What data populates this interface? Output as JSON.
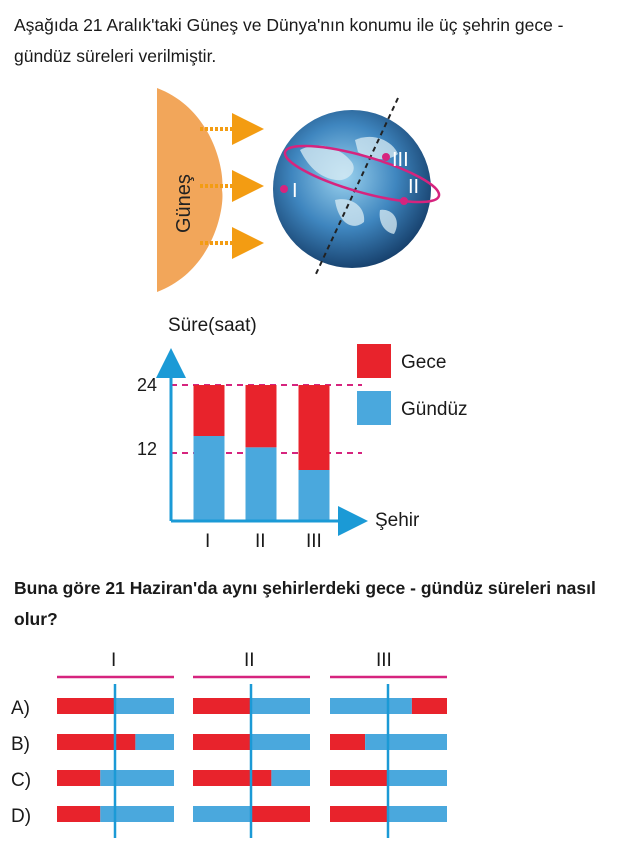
{
  "intro_text": "Aşağıda 21 Aralık'taki Güneş ve Dünya'nın konumu ile üç şehrin gece - gündüz süreleri verilmiştir.",
  "figure": {
    "sun_label": "Güneş",
    "city_labels": [
      "I",
      "II",
      "III"
    ]
  },
  "colors": {
    "night": "#e8232c",
    "day": "#4aa8dd",
    "axis": "#1b9ad6",
    "guide": "#d6247e",
    "arrow": "#f39c12",
    "sun": "#f2a65a"
  },
  "chart_data": {
    "type": "bar",
    "stacked": true,
    "ylabel": "Süre(saat)",
    "xlabel": "Şehir",
    "categories": [
      "I",
      "II",
      "III"
    ],
    "yticks": [
      12,
      24
    ],
    "ylim": [
      0,
      24
    ],
    "series": [
      {
        "name": "Gündüz",
        "color": "#4aa8dd",
        "values": [
          15,
          13,
          9
        ]
      },
      {
        "name": "Gece",
        "color": "#e8232c",
        "values": [
          9,
          11,
          15
        ]
      }
    ],
    "legend": [
      "Gece",
      "Gündüz"
    ]
  },
  "question_text": "Buna göre 21 Haziran'da aynı şehirlerdeki gece - gündüz süreleri nasıl olur?",
  "options": {
    "columns": [
      "I",
      "II",
      "III"
    ],
    "rows": [
      {
        "letter": "A)",
        "bars": [
          {
            "first": "night",
            "split": 0.5
          },
          {
            "first": "night",
            "split": 0.5
          },
          {
            "first": "day",
            "split": 0.7
          }
        ]
      },
      {
        "letter": "B)",
        "bars": [
          {
            "first": "night",
            "split": 0.67
          },
          {
            "first": "night",
            "split": 0.5
          },
          {
            "first": "night",
            "split": 0.3
          }
        ]
      },
      {
        "letter": "C)",
        "bars": [
          {
            "first": "night",
            "split": 0.37
          },
          {
            "first": "night",
            "split": 0.67
          },
          {
            "first": "night",
            "split": 0.5
          }
        ]
      },
      {
        "letter": "D)",
        "bars": [
          {
            "first": "night",
            "split": 0.37
          },
          {
            "first": "day",
            "split": 0.5
          },
          {
            "first": "night",
            "split": 0.5
          }
        ]
      }
    ]
  }
}
